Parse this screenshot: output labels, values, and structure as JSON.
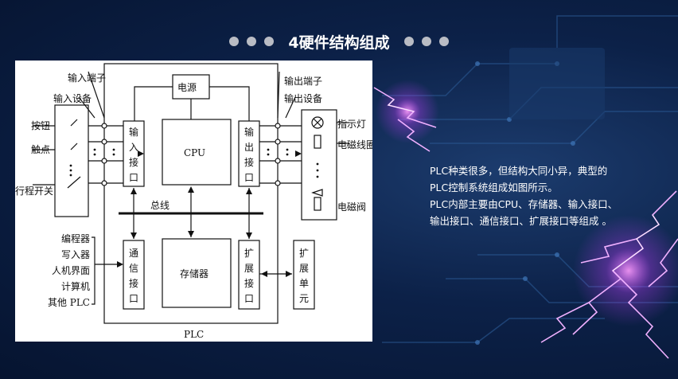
{
  "slide": {
    "title": "4硬件结构组成",
    "description": [
      "PLC种类很多，但结构大同小异，典型的PLC控制系统组成如图所示。",
      "PLC内部主要由CPU、存储器、输入接口、输出接口、通信接口、扩展接口等组成 。"
    ]
  },
  "diagram": {
    "input_terminal": "输入端子",
    "input_device": "输入设备",
    "output_terminal": "输出端子",
    "output_device": "输出设备",
    "power": "电源",
    "cpu": "CPU",
    "memory": "存储器",
    "bus": "总线",
    "plc": "PLC",
    "input_interface": [
      "输",
      "入",
      "接",
      "口"
    ],
    "output_interface": [
      "输",
      "出",
      "接",
      "口"
    ],
    "comm_interface": [
      "通",
      "信",
      "接",
      "口"
    ],
    "expansion_interface": [
      "扩",
      "展",
      "接",
      "口"
    ],
    "expansion_unit": [
      "扩",
      "展",
      "单",
      "元"
    ],
    "inputs": [
      "按钮",
      "触点",
      "行程开关"
    ],
    "outputs": [
      "指示灯",
      "电磁线圈",
      "电磁阀"
    ],
    "comm_devices": [
      "编程器",
      "写入器",
      "人机界面",
      "计算机",
      "其他 PLC"
    ]
  },
  "colors": {
    "background": "#0c2148",
    "title_dots": "#b9bcc4",
    "text": "#ffffff",
    "lightning": "#e070ff"
  }
}
